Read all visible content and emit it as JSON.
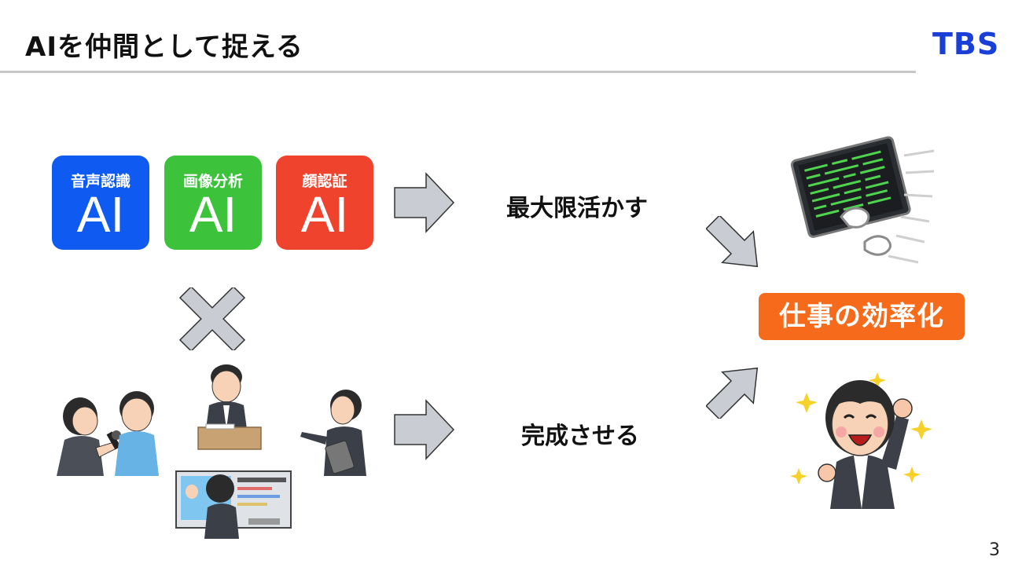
{
  "header": {
    "title": "AIを仲間として捉える",
    "logo": "TBS"
  },
  "ai_tiles": [
    {
      "label": "音声認識",
      "big": "AI",
      "color": "#0f5bf2"
    },
    {
      "label": "画像分析",
      "big": "AI",
      "color": "#3dc23c"
    },
    {
      "label": "顔認証",
      "big": "AI",
      "color": "#f0432e"
    }
  ],
  "phrases": {
    "top": "最大限活かす",
    "bottom": "完成させる"
  },
  "result": {
    "label": "仕事の効率化",
    "color": "#f66a1b"
  },
  "icons": [
    "right-arrow-icon",
    "diagonal-arrow-icon",
    "multiply-icon",
    "computer-worker-illustration",
    "happy-woman-illustration",
    "news-staff-illustrations"
  ],
  "page_number": "3"
}
